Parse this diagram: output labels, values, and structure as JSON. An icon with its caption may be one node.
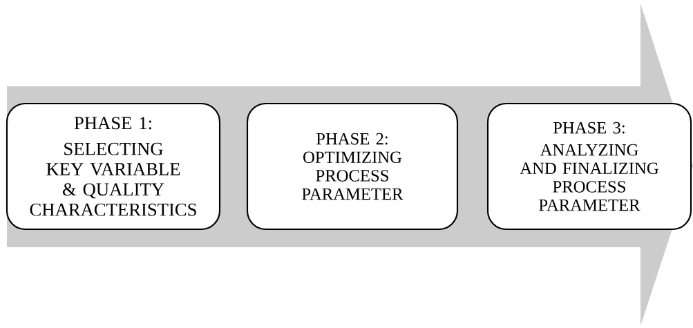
{
  "diagram": {
    "nodes": [
      {
        "text": [
          "PHASE 1:",
          "SELECTING KEY VARIABLE & QUALITY CHARACTERISTICS"
        ]
      },
      {
        "text": [
          "PHASE 2:",
          "OPTIMIZING PROCESS PARAMETER"
        ]
      },
      {
        "text": [
          "PHASE 3:",
          "ANALYZING AND FINALIZING PROCESS PARAMETER"
        ]
      }
    ],
    "edges": [
      {
        "from": 0,
        "to": 2,
        "arrow": "to"
      }
    ]
  }
}
